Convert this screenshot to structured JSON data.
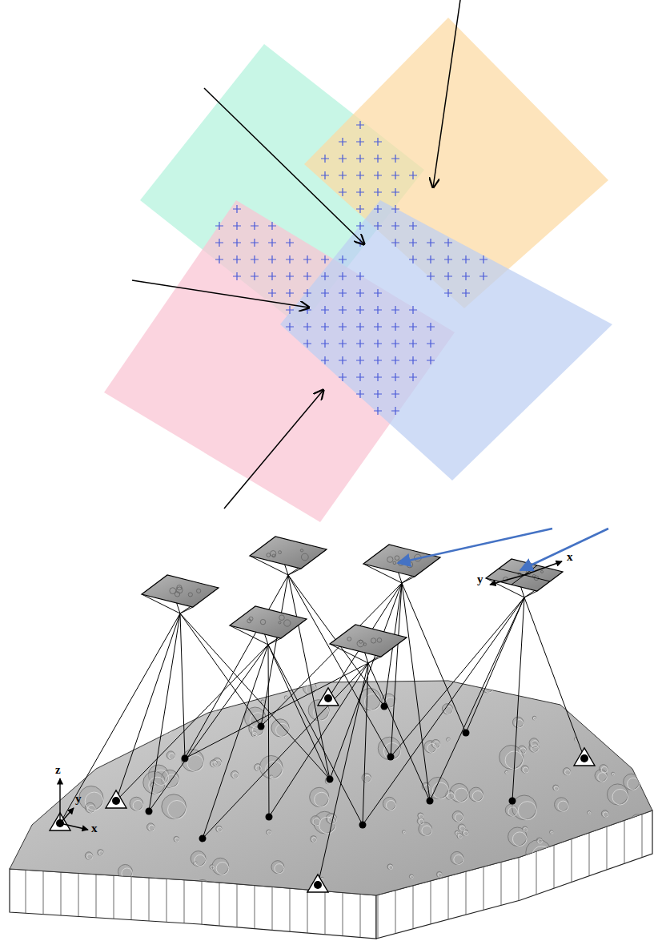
{
  "diagram": {
    "labels": [
      "y",
      "x",
      "z",
      "y",
      "x"
    ]
  }
}
